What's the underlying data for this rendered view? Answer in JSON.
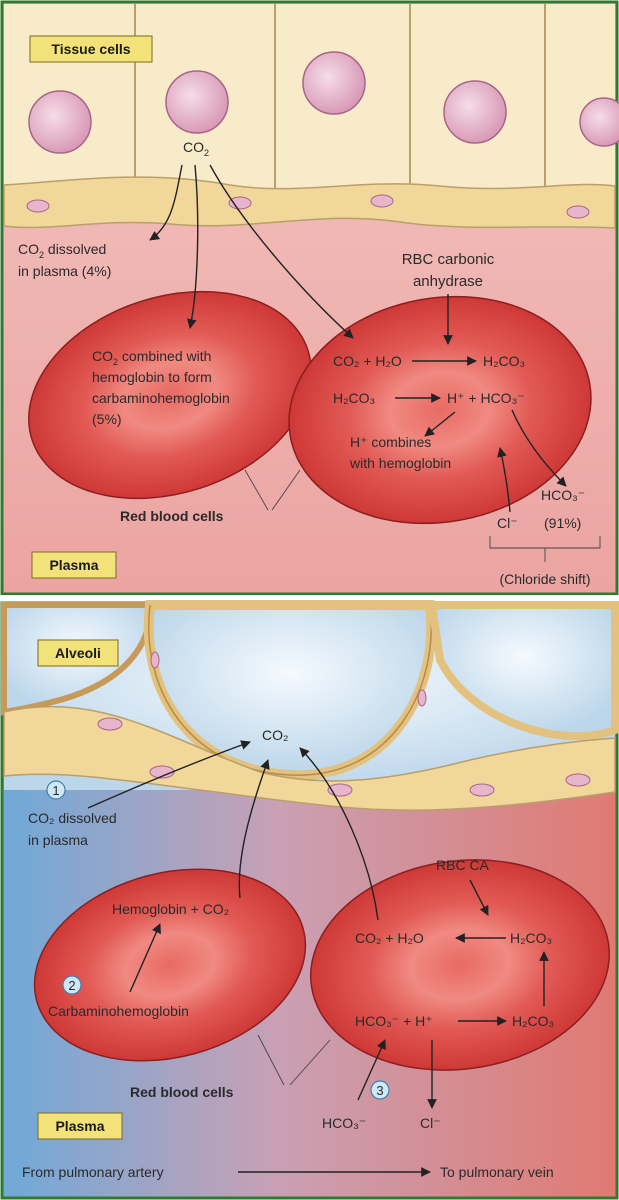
{
  "top_panel": {
    "tag_tissue": "Tissue cells",
    "tag_plasma": "Plasma",
    "co2": "CO",
    "co2_sub": "2",
    "dissolved_1a": "CO",
    "dissolved_1b": "2",
    "dissolved_1c": " dissolved",
    "dissolved_2": "in plasma (4%)",
    "rbc_ca_1": "RBC carbonic",
    "rbc_ca_2": "anhydrase",
    "carb_1a": "CO",
    "carb_1b": "2",
    "carb_1c": " combined with",
    "carb_2": "hemoglobin to form",
    "carb_3": "carbaminohemoglobin",
    "carb_4": "(5%)",
    "eq1_left": "CO₂ + H₂O",
    "eq1_right": "H₂CO₃",
    "eq2_left": "H₂CO₃",
    "eq2_right": "H⁺ + HCO₃⁻",
    "hplus_1": "H⁺ combines",
    "hplus_2": "with hemoglobin",
    "hco3": "HCO₃⁻",
    "pct91": "(91%)",
    "cl": "Cl⁻",
    "chloride_shift": "(Chloride shift)",
    "rbc_label": "Red blood cells"
  },
  "bottom_panel": {
    "tag_alveoli": "Alveoli",
    "tag_plasma": "Plasma",
    "co2": "CO₂",
    "step1": "1",
    "dissolved_1": "CO₂ dissolved",
    "dissolved_2": "in plasma",
    "step2": "2",
    "hb_co2": "Hemoglobin + CO₂",
    "carbamino": "Carbaminohemoglobin",
    "rbc_ca": "RBC CA",
    "eq_top_left": "CO₂ + H₂O",
    "eq_top_right": "H₂CO₃",
    "eq_bot_left": "HCO₃⁻ + H⁺",
    "eq_bot_right": "H₂CO₃",
    "step3": "3",
    "hco3": "HCO₃⁻",
    "cl": "Cl⁻",
    "rbc_label": "Red blood cells",
    "from": "From pulmonary artery",
    "to": "To pulmonary vein"
  },
  "colors": {
    "border": "#2f7a2f",
    "tag_bg": "#f3e27a",
    "plasma_pink": "#efa8a8",
    "rbc_red": "#d6403d",
    "tissue_cream": "#f7ebc9",
    "nucleus_pink": "#e8b6cc",
    "alveolus_blue": "#d4e6f3"
  }
}
